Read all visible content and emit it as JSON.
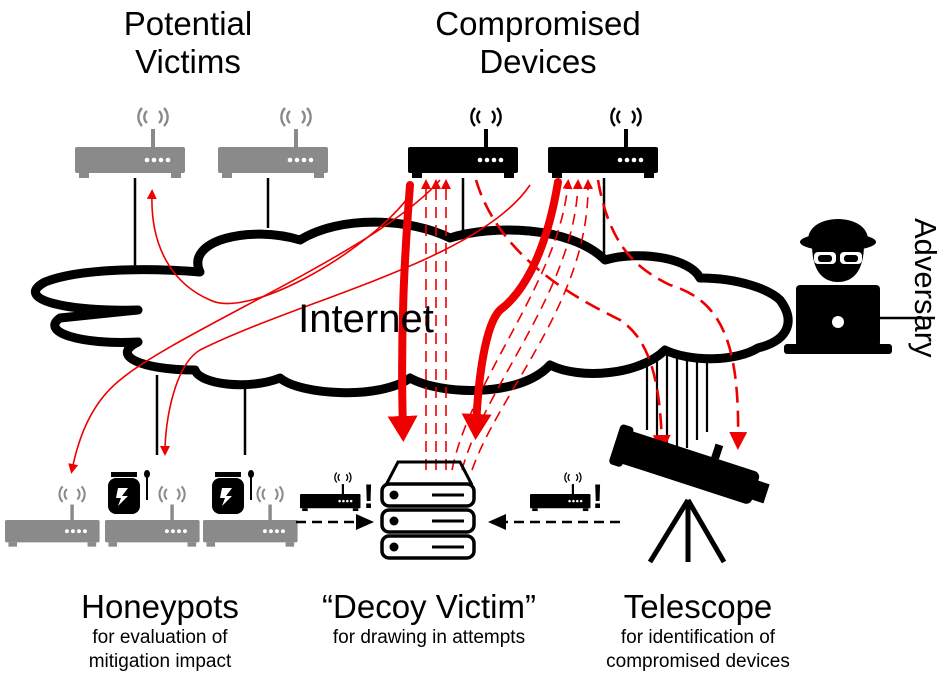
{
  "labels": {
    "potential_victims": [
      "Potential",
      "Victims"
    ],
    "compromised_devices": [
      "Compromised",
      "Devices"
    ],
    "internet": "Internet",
    "adversary": "Adversary",
    "honeypots_title": "Honeypots",
    "honeypots_sub": [
      "for evaluation of",
      "mitigation impact"
    ],
    "decoy_title": "“Decoy Victim”",
    "decoy_sub": "for drawing in attempts",
    "telescope_title": "Telescope",
    "telescope_sub": [
      "for identification of",
      "compromised devices"
    ],
    "alert_marks": [
      "!",
      "!"
    ]
  },
  "colors": {
    "attack_red": "#ee0000",
    "compromised": "#000000",
    "victim_gray": "#8a8a8a"
  },
  "icons": [
    "router-icon",
    "wifi-icon",
    "honeypot-jar-icon",
    "server-icon",
    "telescope-icon",
    "hacker-icon",
    "laptop-icon",
    "cloud-icon"
  ]
}
